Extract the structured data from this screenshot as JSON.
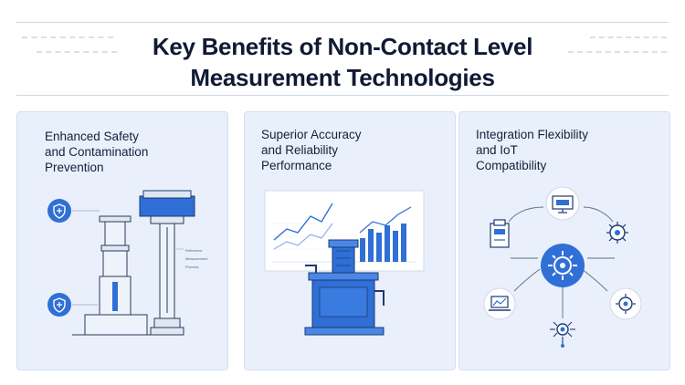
{
  "title": {
    "line1": "Key Benefits of Non-Contact Level",
    "line2": "Measurement Technologies"
  },
  "panels": [
    {
      "title_lines": [
        "Enhanced Safety",
        "and Contamination",
        "Prevention"
      ],
      "icons": [
        "shield-icon",
        "shield-icon"
      ],
      "sensor_labels": [
        "Reference",
        "Measurement",
        "Process"
      ]
    },
    {
      "title_lines": [
        "Superior Accuracy",
        "and Reliability",
        "Performance"
      ],
      "icons": [
        "line-chart-icon",
        "bar-chart-icon",
        "pump-motor-icon"
      ]
    },
    {
      "title_lines": [
        "Integration Flexibility",
        "and IoT",
        "Compatibility"
      ],
      "icons": [
        "monitor-icon",
        "network-node-icon",
        "plc-device-icon",
        "central-gear-icon",
        "laptop-chart-icon",
        "gear-node-icon",
        "sensor-node-icon"
      ]
    }
  ],
  "colors": {
    "accent": "#2f6fd6",
    "panel_bg": "#e9f0fb",
    "title": "#101a33"
  }
}
